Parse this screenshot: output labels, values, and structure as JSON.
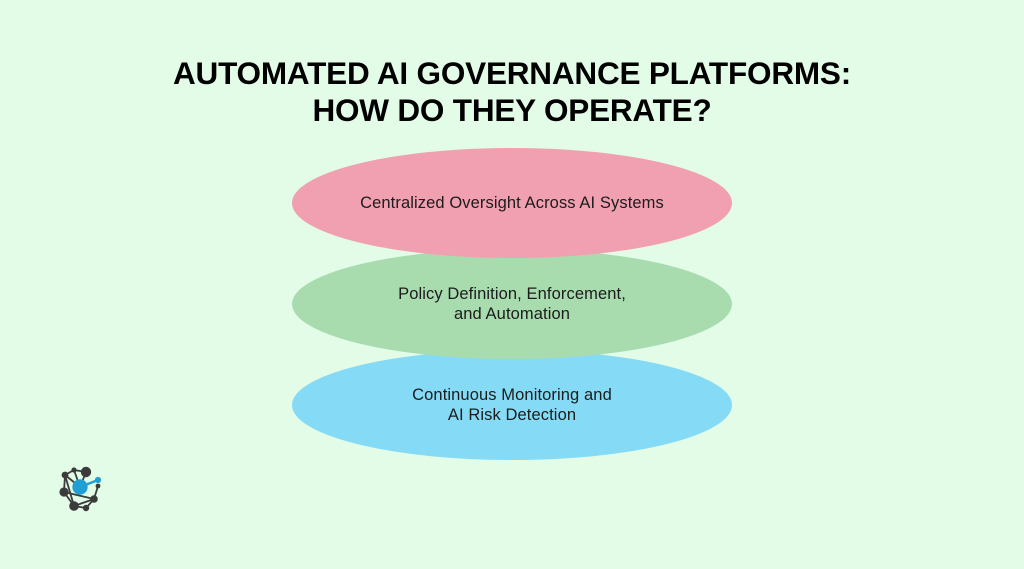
{
  "slide": {
    "background_color": "#e3fce8",
    "title": {
      "lines": [
        "AUTOMATED AI GOVERNANCE PLATFORMS:",
        "HOW DO THEY OPERATE?"
      ],
      "color": "#000000"
    },
    "diagram": {
      "type": "stacked-ellipses",
      "text_color": "#1c1c1c",
      "items": [
        {
          "label": "Centralized Oversight Across AI Systems",
          "color": "#f0a0b0",
          "color_name": "pink",
          "order": 1
        },
        {
          "label": "Policy Definition, Enforcement,\nand Automation",
          "color": "#a8dcaf",
          "color_name": "green",
          "order": 2
        },
        {
          "label": "Continuous Monitoring and\nAI Risk Detection",
          "color": "#85dbf5",
          "color_name": "blue",
          "order": 3
        }
      ]
    },
    "logo": {
      "name": "network-nodes-logo",
      "node_color": "#3b3b3b",
      "accent_color": "#1f9fd4"
    }
  }
}
